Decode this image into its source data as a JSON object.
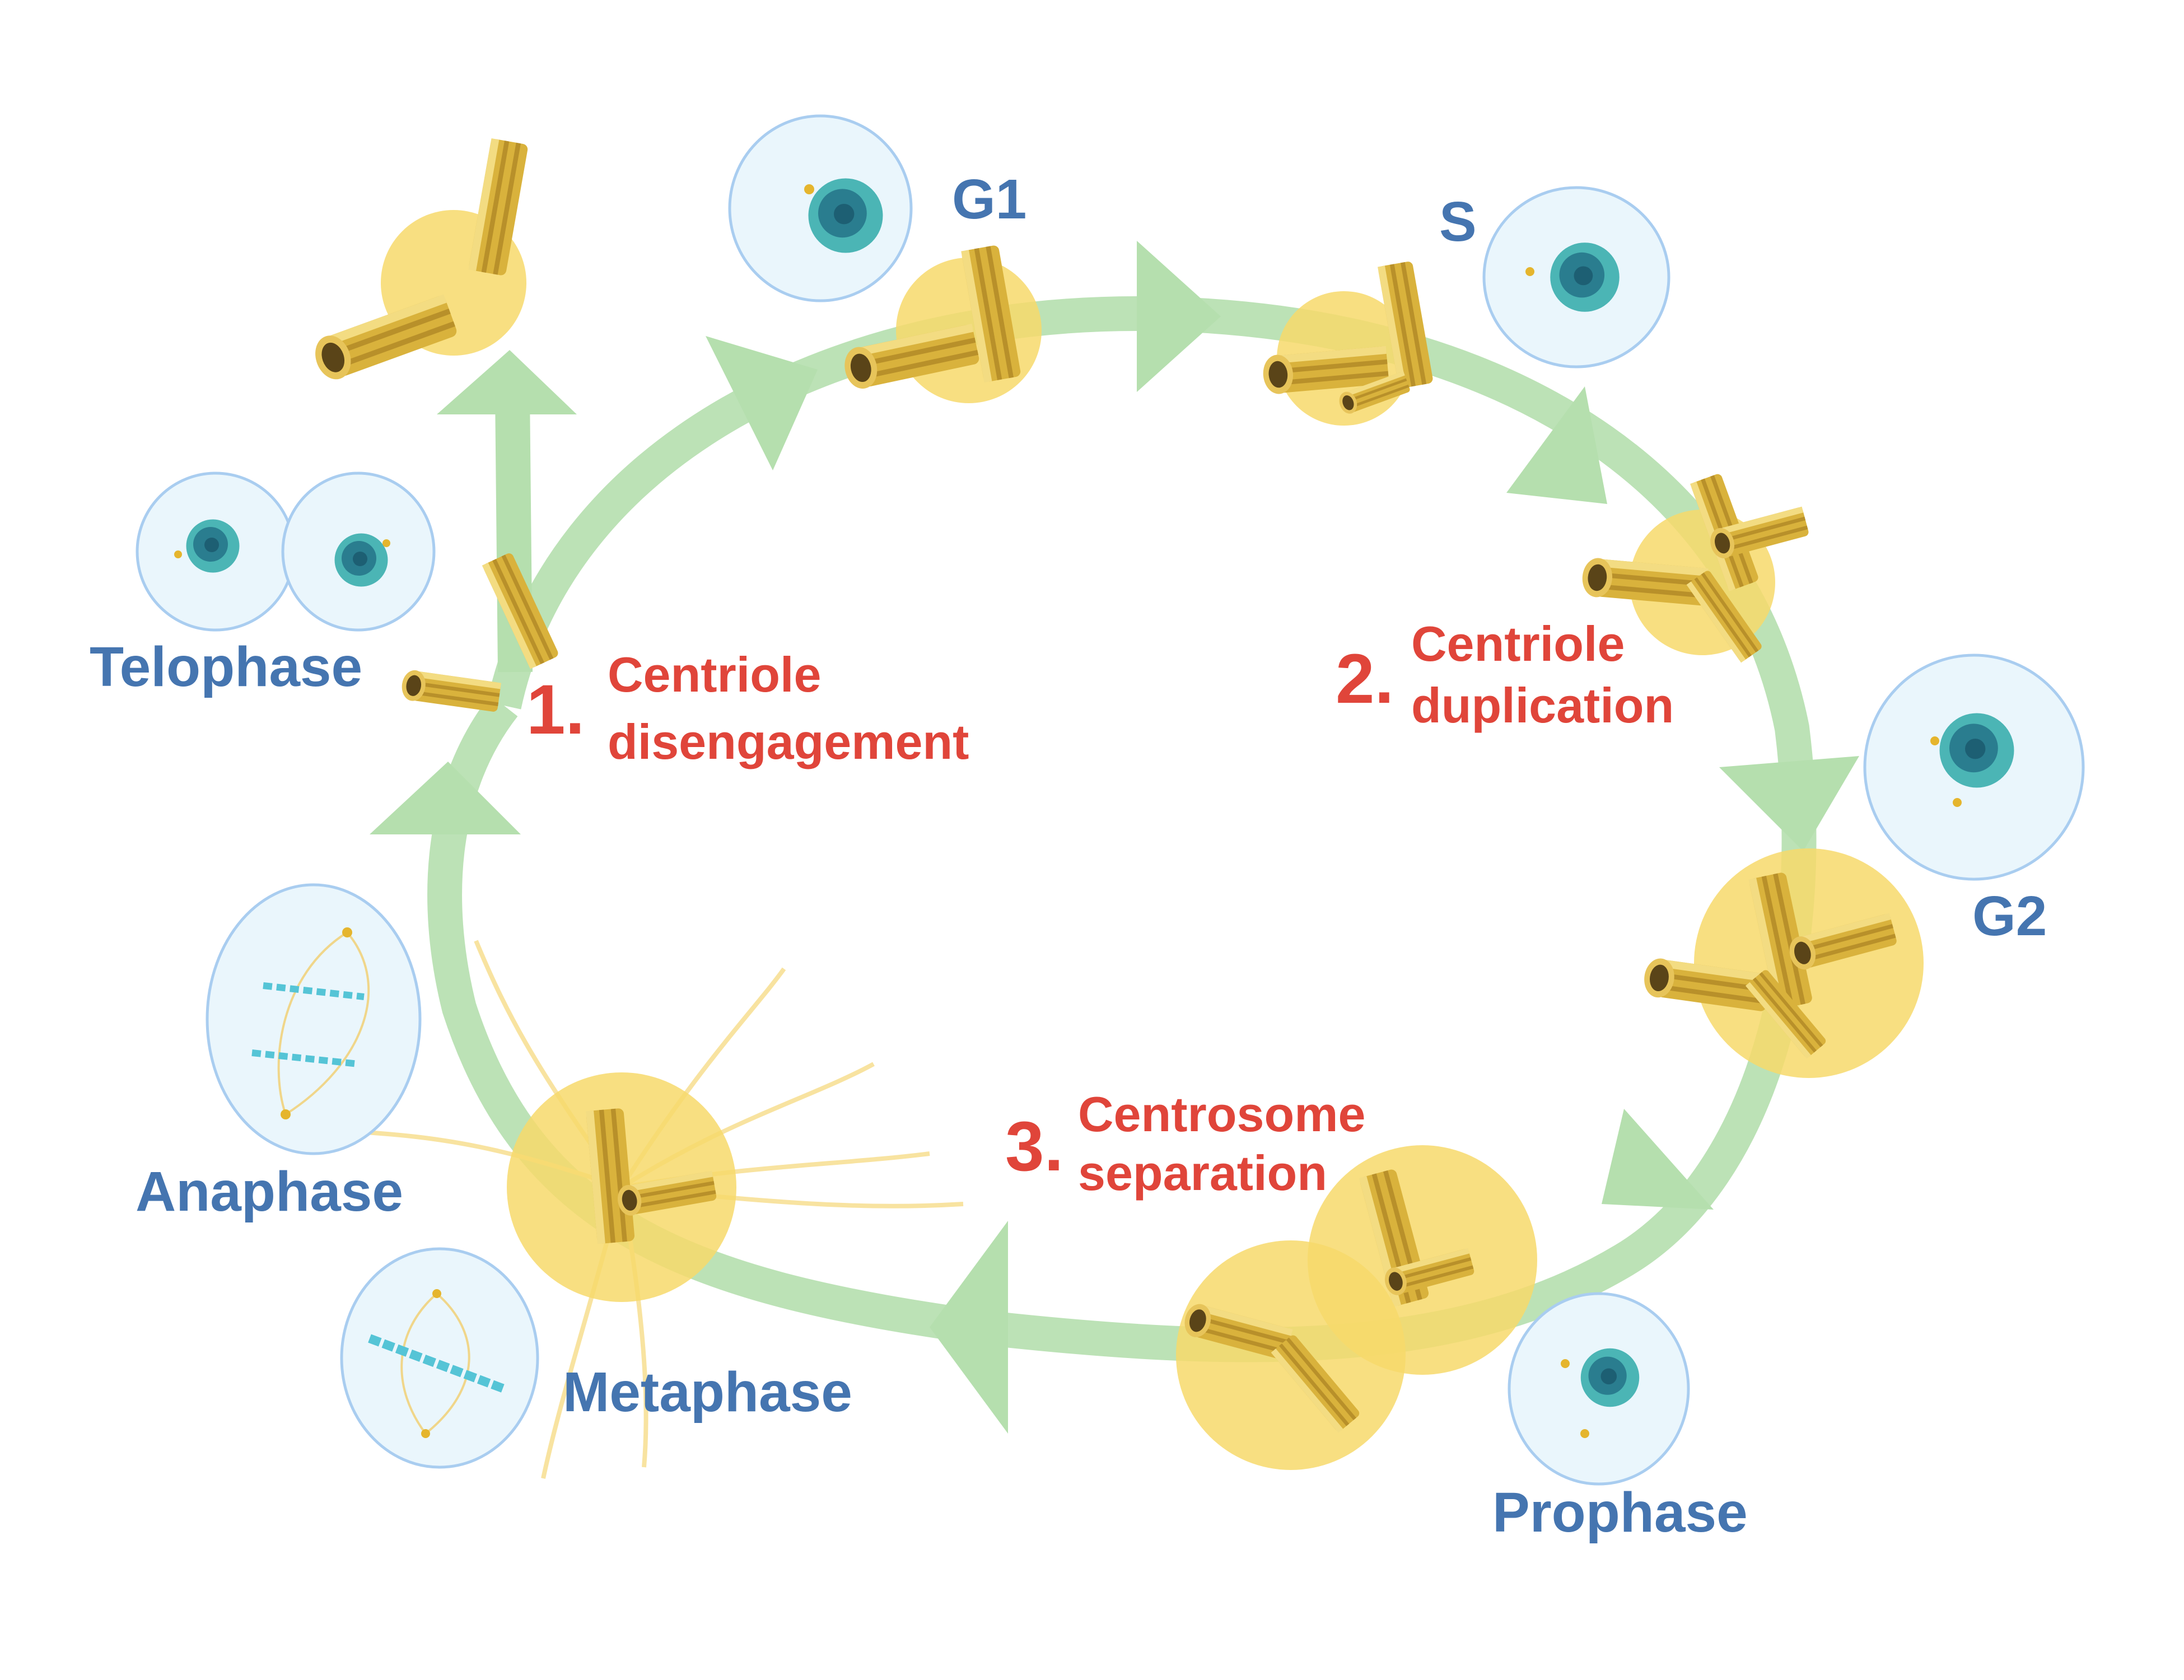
{
  "diagram": {
    "title": "Centrosome cycle",
    "colors": {
      "phase_label": "#4575b0",
      "step_label": "#e0453a",
      "cycle_arrow": "#b5dfae",
      "pcm_halo": "#f7d96b",
      "centriole": "#d9b23c",
      "cell_fill": "#eaf6fc",
      "cell_border": "#a9cdf0",
      "nucleus": "#4bb5b5",
      "nucleus_core": "#1d6a80"
    },
    "phases": [
      {
        "id": "g1",
        "label": "G1"
      },
      {
        "id": "s",
        "label": "S"
      },
      {
        "id": "g2",
        "label": "G2"
      },
      {
        "id": "prophase",
        "label": "Prophase"
      },
      {
        "id": "metaphase",
        "label": "Metaphase"
      },
      {
        "id": "anaphase",
        "label": "Anaphase"
      },
      {
        "id": "telophase",
        "label": "Telophase"
      }
    ],
    "steps": [
      {
        "number": "1.",
        "line1": "Centriole",
        "line2": "disengagement"
      },
      {
        "number": "2.",
        "line1": "Centriole",
        "line2": "duplication"
      },
      {
        "number": "3.",
        "line1": "Centrosome",
        "line2": "separation"
      }
    ]
  }
}
